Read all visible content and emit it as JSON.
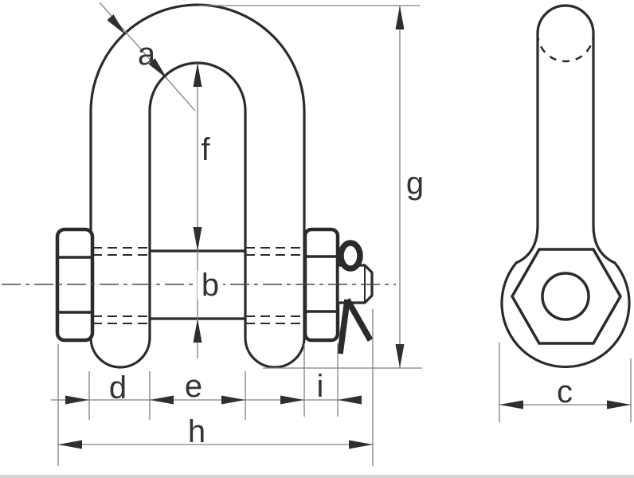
{
  "drawing": {
    "type": "technical-drawing",
    "subject": "dee-shackle-with-safety-bolt-pin",
    "views": [
      "front",
      "side"
    ],
    "colors": {
      "background": "#ffffff",
      "outline": "#2b2b2b",
      "dimension_lines": "#808080",
      "arrowheads": "#2f2f2f",
      "text": "#333333",
      "page_edge": "#d6d6d6"
    }
  },
  "dimensions": {
    "a": "a",
    "b": "b",
    "c": "c",
    "d": "d",
    "e": "e",
    "f": "f",
    "g": "g",
    "h": "h",
    "i": "i"
  }
}
